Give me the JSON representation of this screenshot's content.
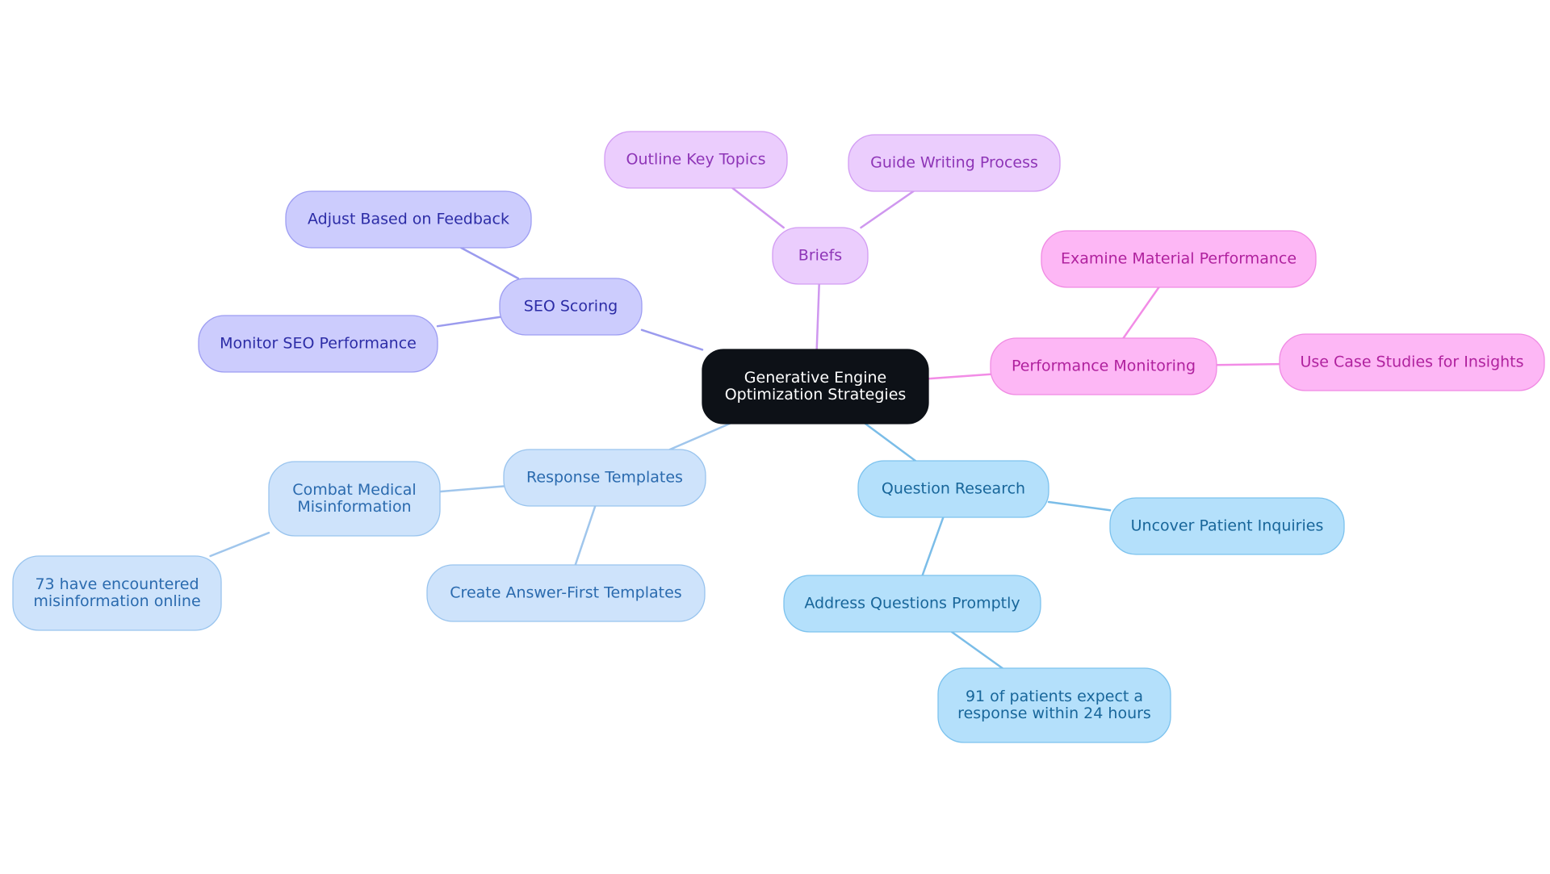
{
  "root": {
    "label": [
      "Generative Engine",
      "Optimization Strategies"
    ],
    "colors": {
      "fill": "#0d1117",
      "stroke": "#0d1117",
      "text": "#ffffff"
    }
  },
  "branches": [
    {
      "key": "seo",
      "label": [
        "SEO Scoring"
      ],
      "colors": {
        "fill": "#ccccfd",
        "stroke": "#9d9df2",
        "text": "#2c2ca6",
        "edge": "#9b9bee"
      },
      "children": [
        {
          "key": "seo-feedback",
          "label": [
            "Adjust Based on Feedback"
          ]
        },
        {
          "key": "seo-monitor",
          "label": [
            "Monitor SEO Performance"
          ]
        }
      ]
    },
    {
      "key": "briefs",
      "label": [
        "Briefs"
      ],
      "colors": {
        "fill": "#ebcdfd",
        "stroke": "#d29cf3",
        "text": "#8e35b7",
        "edge": "#cf97ef"
      },
      "children": [
        {
          "key": "briefs-outline",
          "label": [
            "Outline Key Topics"
          ]
        },
        {
          "key": "briefs-guide",
          "label": [
            "Guide Writing Process"
          ]
        }
      ]
    },
    {
      "key": "perf",
      "label": [
        "Performance Monitoring"
      ],
      "colors": {
        "fill": "#fdb7f5",
        "stroke": "#f08ae3",
        "text": "#b0219e",
        "edge": "#f28ce6"
      },
      "children": [
        {
          "key": "perf-examine",
          "label": [
            "Examine Material Performance"
          ]
        },
        {
          "key": "perf-cases",
          "label": [
            "Use Case Studies for Insights"
          ]
        }
      ]
    },
    {
      "key": "question",
      "label": [
        "Question Research"
      ],
      "colors": {
        "fill": "#b4e0fb",
        "stroke": "#7cc2ee",
        "text": "#18669a",
        "edge": "#7bbde8"
      },
      "children": [
        {
          "key": "q-uncover",
          "label": [
            "Uncover Patient Inquiries"
          ]
        },
        {
          "key": "q-address",
          "label": [
            "Address Questions Promptly"
          ],
          "children": [
            {
              "key": "q-address-stat",
              "label": [
                "91 of patients expect a",
                "response within 24 hours"
              ]
            }
          ]
        }
      ]
    },
    {
      "key": "response",
      "label": [
        "Response Templates"
      ],
      "colors": {
        "fill": "#cee3fb",
        "stroke": "#99c4ee",
        "text": "#2a6aae",
        "edge": "#a0c6ec"
      },
      "children": [
        {
          "key": "r-combat",
          "label": [
            "Combat Medical",
            "Misinformation"
          ],
          "children": [
            {
              "key": "r-combat-stat",
              "label": [
                "73 have encountered",
                "misinformation online"
              ]
            }
          ]
        },
        {
          "key": "r-create",
          "label": [
            "Create Answer-First Templates"
          ]
        }
      ]
    }
  ]
}
